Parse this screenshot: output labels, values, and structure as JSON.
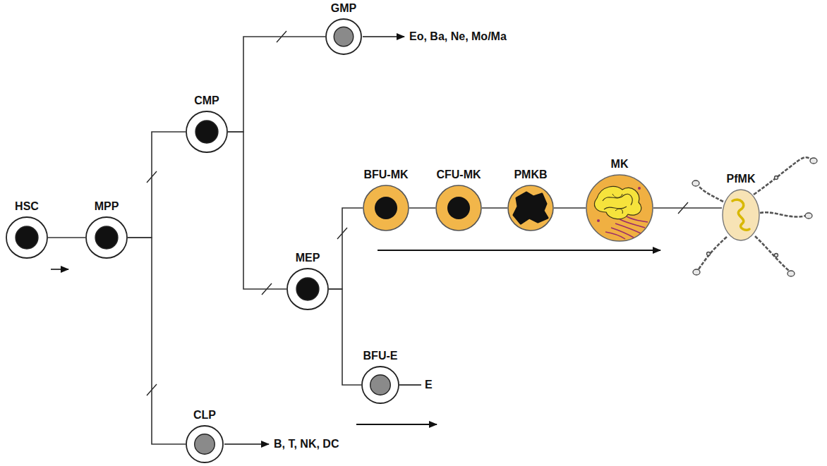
{
  "diagram": {
    "nodes": [
      {
        "text": [
          "HSC"
        ]
      },
      {
        "text": [
          "MPP"
        ]
      },
      {
        "text": [
          "CMP"
        ]
      },
      {
        "text": [
          "GMP"
        ]
      },
      {
        "text": [
          "MEP"
        ]
      },
      {
        "text": [
          "BFU-MK"
        ]
      },
      {
        "text": [
          "CFU-MK"
        ]
      },
      {
        "text": [
          "PMKB"
        ]
      },
      {
        "text": [
          "MK"
        ]
      },
      {
        "text": [
          "PfMK"
        ]
      },
      {
        "text": [
          "BFU-E"
        ]
      },
      {
        "text": [
          "CLP"
        ]
      }
    ],
    "edges": [
      {
        "from": 0,
        "to": 1,
        "arrow": "none"
      },
      {
        "from": 1,
        "to": 2,
        "arrow": "none"
      },
      {
        "from": 1,
        "to": 11,
        "arrow": "none"
      },
      {
        "from": 2,
        "to": 3,
        "arrow": "none"
      },
      {
        "from": 2,
        "to": 4,
        "arrow": "none"
      },
      {
        "from": 4,
        "to": 5,
        "arrow": "none"
      },
      {
        "from": 4,
        "to": 10,
        "arrow": "none"
      },
      {
        "from": 5,
        "to": 6,
        "arrow": "none"
      },
      {
        "from": 6,
        "to": 7,
        "arrow": "none"
      },
      {
        "from": 7,
        "to": 8,
        "arrow": "none"
      },
      {
        "from": 8,
        "to": 9,
        "arrow": "none"
      }
    ],
    "labels": [
      "Eo, Ba, Ne, Mo/Ma",
      "E",
      "B, T, NK, DC"
    ]
  }
}
